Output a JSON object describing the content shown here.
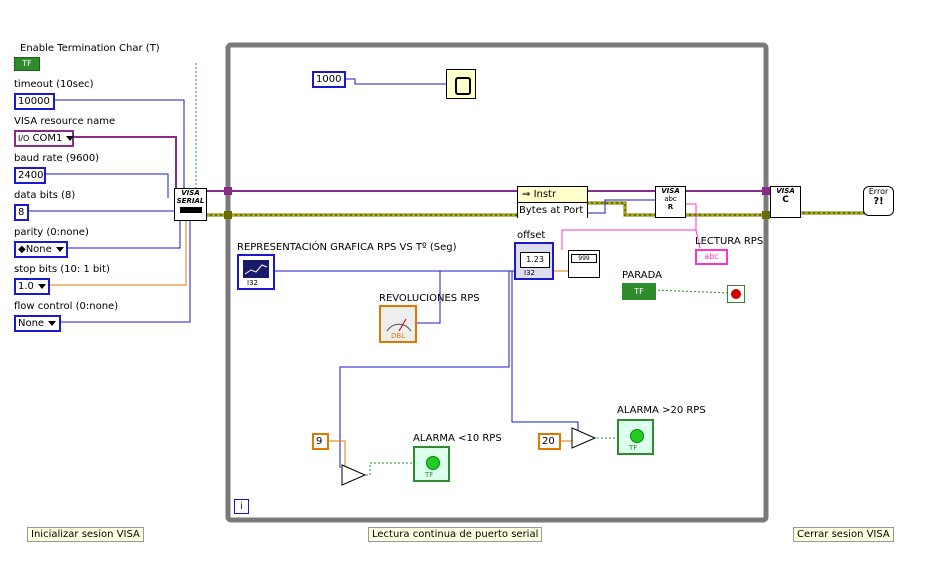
{
  "controls": {
    "termchar_label": "Enable Termination Char (T)",
    "termchar_value": "TF",
    "timeout_label": "timeout (10sec)",
    "timeout_value": "10000",
    "visa_label": "VISA resource name",
    "visa_value": "COM1",
    "baud_label": "baud rate (9600)",
    "baud_value": "2400",
    "databits_label": "data bits (8)",
    "databits_value": "8",
    "parity_label": "parity (0:none)",
    "parity_value": "None",
    "stopbits_label": "stop bits (10: 1 bit)",
    "stopbits_value": "1.0",
    "flow_label": "flow control (0:none)",
    "flow_value": "None"
  },
  "loop": {
    "wait_constant": "1000",
    "graph_label": "REPRESENTACIÓN GRAFICA RPS VS Tº (Seg)",
    "gauge_label": "REVOLUCIONES RPS",
    "offset_label": "offset",
    "offset_value": "1.23",
    "property_instr": "Instr",
    "property_bytes": "Bytes at Port",
    "read_label": "LECTURA RPS",
    "read_value": "abc",
    "stop_label": "PARADA",
    "stop_value": "TF",
    "alarm_low_label": "ALARMA <10 RPS",
    "alarm_low_threshold": "9",
    "alarm_high_label": "ALARMA >20 RPS",
    "alarm_high_threshold": "20",
    "iteration_terminal": "i",
    "dbl_tag": "DBL",
    "i32_tag": "I32",
    "tf_tag": "TF"
  },
  "comments": {
    "init": "Inicializar sesion VISA",
    "loop": "Lectura continua de puerto serial",
    "close": "Cerrar sesion VISA"
  },
  "nodes": {
    "visa_serial": "VISA\nSERIAL",
    "visa_read": "VISA",
    "visa_close": "VISA",
    "error_handler": "Error"
  }
}
